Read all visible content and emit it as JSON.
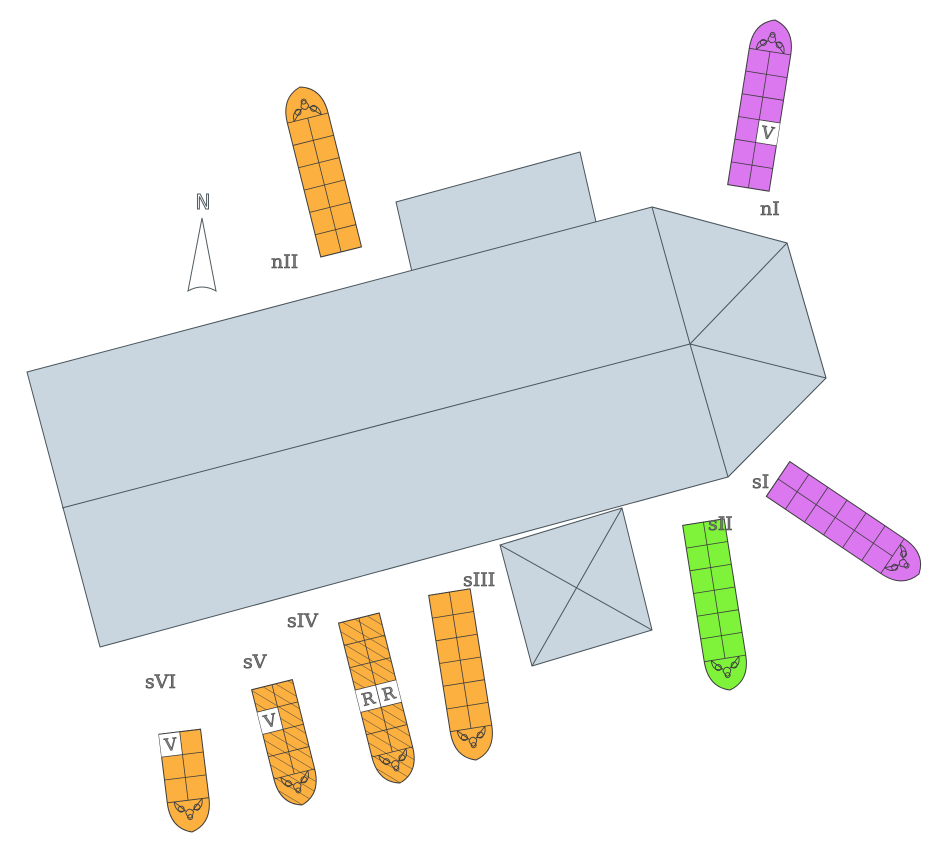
{
  "compass": {
    "label": "N"
  },
  "colors": {
    "building": "#c9d6df",
    "orange": "#fbb040",
    "purple": "#db77ef",
    "green": "#7ef33a",
    "blank": "#ffffff"
  },
  "chapels": [
    {
      "id": "nI",
      "label": "nI",
      "color": "purple",
      "rows": 6,
      "cells": [
        {
          "row": 3,
          "col": 1,
          "label": "V"
        }
      ]
    },
    {
      "id": "nII",
      "label": "nII",
      "color": "orange",
      "rows": 6,
      "cells": []
    },
    {
      "id": "sI",
      "label": "sI",
      "color": "purple",
      "rows": 6,
      "cells": []
    },
    {
      "id": "sII",
      "label": "sII",
      "color": "green",
      "rows": 6,
      "cells": []
    },
    {
      "id": "sIII",
      "label": "sIII",
      "color": "orange",
      "rows": 6,
      "cells": []
    },
    {
      "id": "sIV",
      "label": "sIV",
      "color": "orange",
      "rows": 6,
      "hatched": true,
      "cells": [
        {
          "row": 2,
          "col": 0,
          "label": "R"
        },
        {
          "row": 2,
          "col": 1,
          "label": "R"
        }
      ]
    },
    {
      "id": "sV",
      "label": "sV",
      "color": "orange",
      "rows": 4,
      "hatched": true,
      "cells": [
        {
          "row": 2,
          "col": 0,
          "label": "V"
        }
      ]
    },
    {
      "id": "sVI",
      "label": "sVI",
      "color": "orange",
      "rows": 3,
      "cells": [
        {
          "row": 2,
          "col": 0,
          "label": "V"
        }
      ]
    }
  ]
}
